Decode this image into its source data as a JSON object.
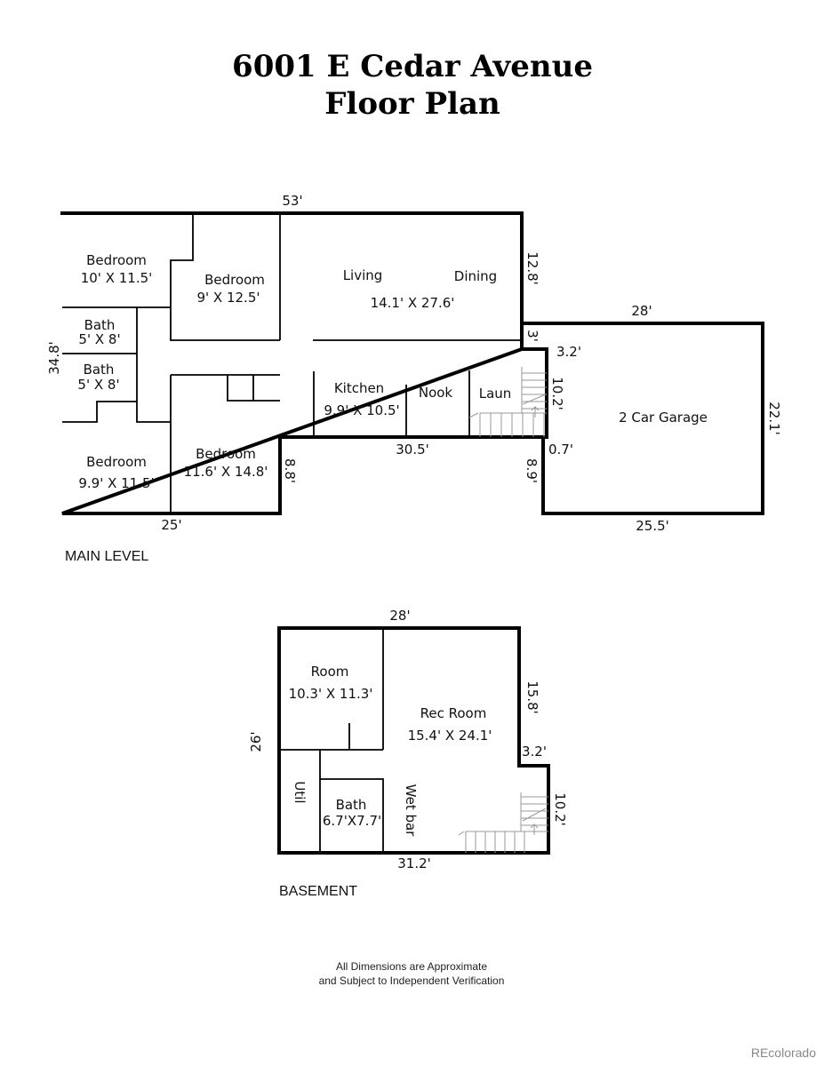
{
  "title": {
    "line1": "6001 E Cedar Avenue",
    "line2": "Floor Plan"
  },
  "main_level": {
    "label": "MAIN LEVEL",
    "rooms": [
      {
        "name": "Bedroom",
        "size": "10' X 11.5'"
      },
      {
        "name": "Bedroom",
        "size": "9' X 12.5'"
      },
      {
        "name": "Living",
        "size": "14.1' X 27.6'",
        "name2": "Dining"
      },
      {
        "name": "Bath",
        "size": "5' X 8'"
      },
      {
        "name": "Bath",
        "size": "5' X 8'"
      },
      {
        "name": "Bedroom",
        "size": "9.9' X 11.5'"
      },
      {
        "name": "Bedroom",
        "size": "11.6' X 14.8'"
      },
      {
        "name": "Kitchen",
        "size": "9.9' X 10.5'"
      },
      {
        "name": "Nook"
      },
      {
        "name": "Laun"
      },
      {
        "name": "2 Car Garage"
      }
    ],
    "dimensions": [
      "53'",
      "34.8'",
      "12.8'",
      "3'",
      "3.2'",
      "10.2'",
      "30.5'",
      "0.7'",
      "8.9'",
      "8.8'",
      "25'",
      "28'",
      "22.1'",
      "25.5'"
    ]
  },
  "basement": {
    "label": "BASEMENT",
    "rooms": [
      {
        "name": "Room",
        "size": "10.3' X 11.3'"
      },
      {
        "name": "Rec Room",
        "size": "15.4' X 24.1'"
      },
      {
        "name": "Util"
      },
      {
        "name": "Bath",
        "size": "6.7'X7.7'"
      },
      {
        "name": "Wet bar"
      }
    ],
    "dimensions": [
      "28'",
      "26'",
      "15.8'",
      "3.2'",
      "10.2'",
      "31.2'"
    ]
  },
  "disclaimer": {
    "line1": "All Dimensions are Approximate",
    "line2": "and Subject to Independent Verification"
  },
  "watermark": "REcolorado"
}
